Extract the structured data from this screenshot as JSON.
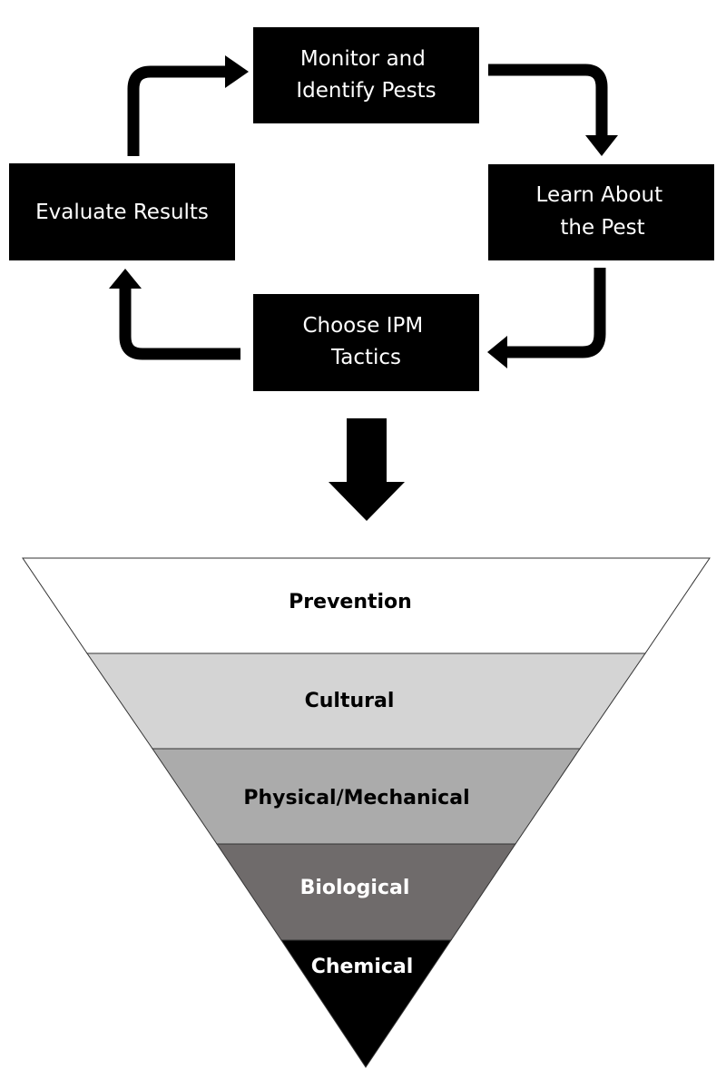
{
  "cycle": {
    "monitor": [
      "Monitor and",
      "Identify Pests"
    ],
    "learn": [
      "Learn About",
      "the Pest"
    ],
    "choose": [
      "Choose IPM",
      "Tactics"
    ],
    "evaluate": [
      "Evaluate Results"
    ]
  },
  "pyramid": {
    "layers": [
      {
        "label": "Prevention",
        "fill": "#ffffff",
        "text_color": "#000000"
      },
      {
        "label": "Cultural",
        "fill": "#d4d4d4",
        "text_color": "#000000"
      },
      {
        "label": "Physical/Mechanical",
        "fill": "#ababab",
        "text_color": "#000000"
      },
      {
        "label": "Biological",
        "fill": "#6f6b6b",
        "text_color": "#ffffff"
      },
      {
        "label": "Chemical",
        "fill": "#000000",
        "text_color": "#ffffff"
      }
    ]
  },
  "colors": {
    "box": "#000000",
    "arrow": "#000000",
    "outline": "#333333"
  }
}
